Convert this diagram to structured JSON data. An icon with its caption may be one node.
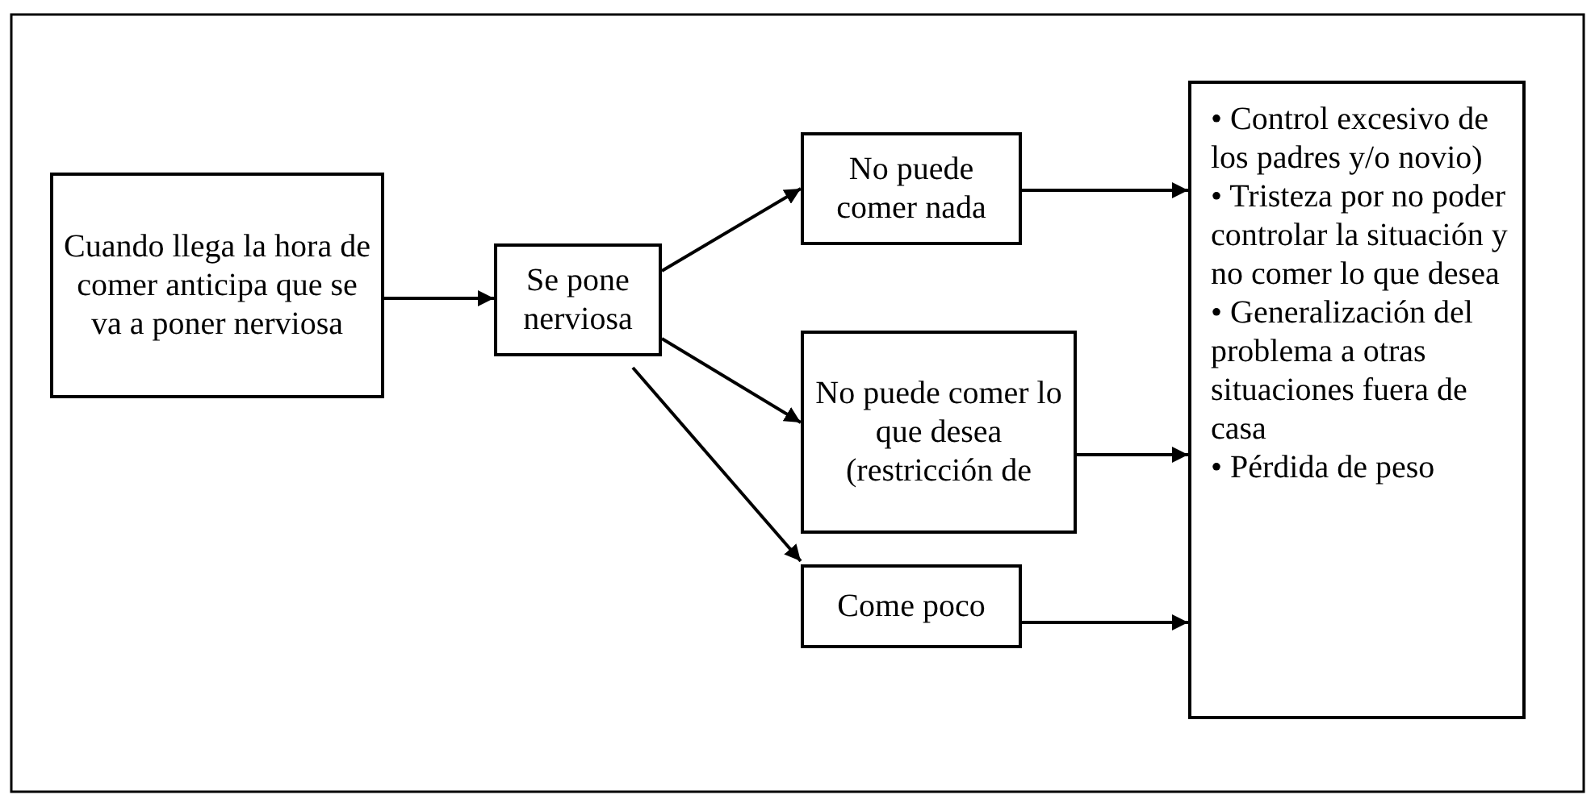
{
  "diagram": {
    "nodes": [
      {
        "text": [
          "Cuando llega la hora de comer anticipa que se va a poner nerviosa"
        ]
      },
      {
        "text": [
          "Se pone nerviosa"
        ]
      },
      {
        "text": [
          "No puede comer nada"
        ]
      },
      {
        "text": [
          "No puede comer lo que desea (restricción de"
        ]
      },
      {
        "text": [
          "Come poco"
        ]
      },
      {
        "text": [
          "• Control excesivo de los padres y/o novio)",
          "• Tristeza por no poder controlar la situación y no comer lo que desea",
          "• Generalización del problema a otras situaciones fuera de casa",
          "• Pérdida de peso"
        ]
      }
    ],
    "edges": [
      {
        "from": 0,
        "to": 1,
        "arrow": "to"
      },
      {
        "from": 1,
        "to": 2,
        "arrow": "to"
      },
      {
        "from": 1,
        "to": 3,
        "arrow": "to"
      },
      {
        "from": 1,
        "to": 4,
        "arrow": "to"
      },
      {
        "from": 2,
        "to": 5,
        "arrow": "to"
      },
      {
        "from": 3,
        "to": 5,
        "arrow": "to"
      },
      {
        "from": 4,
        "to": 5,
        "arrow": "to"
      }
    ]
  }
}
